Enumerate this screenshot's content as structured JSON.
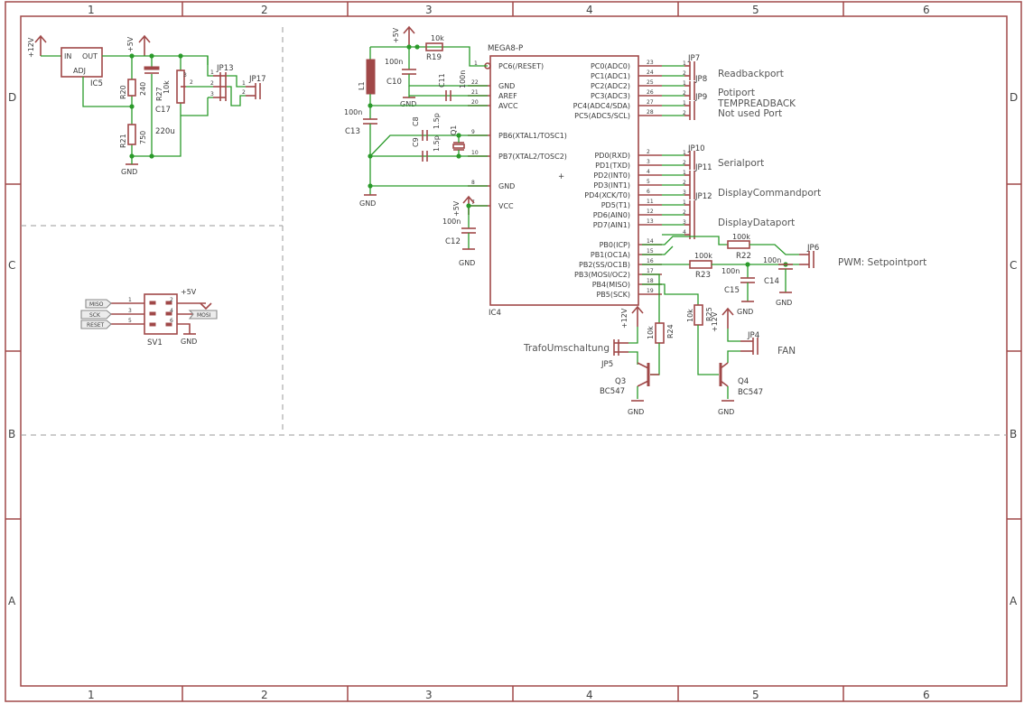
{
  "frame": {
    "columns": [
      "1",
      "2",
      "3",
      "4",
      "5",
      "6"
    ],
    "rows": [
      "D",
      "C",
      "B",
      "A"
    ]
  },
  "power": {
    "p12v": "+12V",
    "p5v": "+5V",
    "gnd": "GND"
  },
  "regulator": {
    "name": "IC5",
    "pin_in": "IN",
    "pin_out": "OUT",
    "pin_adj": "ADJ",
    "r20_name": "R20",
    "r20_value": "240",
    "r21_name": "R21",
    "r21_value": "750",
    "r27_name": "R27",
    "r27_value": "10k",
    "c17_name": "C17",
    "c17_value": "220u",
    "jp13": "JP13",
    "jp17": "JP17",
    "pin1": "1",
    "pin2": "2",
    "pin3": "3"
  },
  "mcu": {
    "name": "IC4",
    "part": "MEGA8-P",
    "left_pins": [
      {
        "num": "1",
        "name": "PC6(/RESET)"
      },
      {
        "num": "22",
        "name": "GND"
      },
      {
        "num": "21",
        "name": "AREF"
      },
      {
        "num": "20",
        "name": "AVCC"
      },
      {
        "num": "9",
        "name": "PB6(XTAL1/TOSC1)"
      },
      {
        "num": "10",
        "name": "PB7(XTAL2/TOSC2)"
      },
      {
        "num": "8",
        "name": "GND"
      },
      {
        "num": "7",
        "name": "VCC"
      }
    ],
    "right_pins": [
      {
        "num": "23",
        "name": "PC0(ADC0)"
      },
      {
        "num": "24",
        "name": "PC1(ADC1)"
      },
      {
        "num": "25",
        "name": "PC2(ADC2)"
      },
      {
        "num": "26",
        "name": "PC3(ADC3)"
      },
      {
        "num": "27",
        "name": "PC4(ADC4/SDA)"
      },
      {
        "num": "28",
        "name": "PC5(ADC5/SCL)"
      },
      {
        "num": "2",
        "name": "PD0(RXD)"
      },
      {
        "num": "3",
        "name": "PD1(TXD)"
      },
      {
        "num": "4",
        "name": "PD2(INT0)"
      },
      {
        "num": "5",
        "name": "PD3(INT1)"
      },
      {
        "num": "6",
        "name": "PD4(XCK/T0)"
      },
      {
        "num": "11",
        "name": "PD5(T1)"
      },
      {
        "num": "12",
        "name": "PD6(AIN0)"
      },
      {
        "num": "13",
        "name": "PD7(AIN1)"
      },
      {
        "num": "14",
        "name": "PB0(ICP)"
      },
      {
        "num": "15",
        "name": "PB1(OC1A)"
      },
      {
        "num": "16",
        "name": "PB2(SS/OC1B)"
      },
      {
        "num": "17",
        "name": "PB3(MOSI/OC2)"
      },
      {
        "num": "18",
        "name": "PB4(MISO)"
      },
      {
        "num": "19",
        "name": "PB5(SCK)"
      }
    ]
  },
  "mcu_parts": {
    "r19_name": "R19",
    "r19_value": "10k",
    "c10_name": "C10",
    "c10_value": "100n",
    "c11_name": "C11",
    "c11_value": "100n",
    "l1_name": "L1",
    "c13_name": "C13",
    "c13_value": "100n",
    "c8_name": "C8",
    "c8_value": "1.5p",
    "c9_name": "C9",
    "c9_value": "1.5p",
    "q1_name": "Q1",
    "c12_name": "C12",
    "c12_value": "100n"
  },
  "ports": {
    "jp7": "JP7",
    "jp8": "JP8",
    "jp9": "JP9",
    "jp10": "JP10",
    "jp11": "JP11",
    "jp12": "JP12",
    "jp6": "JP6",
    "readback": "Readbackport",
    "potiport": "Potiport",
    "tempread": "TEMPREADBACK",
    "notused": "Not used Port",
    "serial": "Serialport",
    "dispcmd": "DisplayCommandport",
    "dispdata": "DisplayDataport",
    "pwm": "PWM: Setpointport"
  },
  "pwm_parts": {
    "r22_name": "R22",
    "r22_value": "100k",
    "r23_name": "R23",
    "r23_value": "100k",
    "c15_name": "C15",
    "c15_value": "100n",
    "c14_name": "C14",
    "c14_value": "100n"
  },
  "drivers": {
    "r24_name": "R24",
    "r24_value": "10k",
    "r25_name": "R25",
    "r25_value": "10k",
    "q3_name": "Q3",
    "q3_part": "BC547",
    "q4_name": "Q4",
    "q4_part": "BC547",
    "jp5": "JP5",
    "jp4": "JP4",
    "trafo": "TrafoUmschaltung",
    "fan": "FAN"
  },
  "isp": {
    "name": "SV1",
    "miso": "MISO",
    "sck": "SCK",
    "reset": "RESET",
    "mosi": "MOSI",
    "pins_left": [
      "1",
      "3",
      "5"
    ],
    "pins_right": [
      "2",
      "4",
      "6"
    ]
  }
}
